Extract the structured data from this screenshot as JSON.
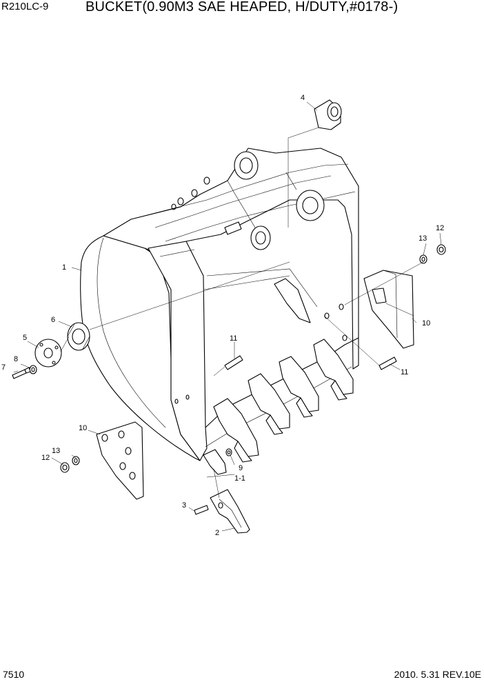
{
  "header": {
    "model": "R210LC-9",
    "title": "BUCKET(0.90M3 SAE HEAPED, H/DUTY,#0178-)"
  },
  "footer": {
    "page_number": "7510",
    "revision": "2010. 5.31  REV.10E"
  },
  "callouts": [
    {
      "id": "c1",
      "label": "1"
    },
    {
      "id": "c1_1",
      "label": "1-1"
    },
    {
      "id": "c2",
      "label": "2"
    },
    {
      "id": "c3",
      "label": "3"
    },
    {
      "id": "c4",
      "label": "4"
    },
    {
      "id": "c5",
      "label": "5"
    },
    {
      "id": "c6",
      "label": "6"
    },
    {
      "id": "c7",
      "label": "7"
    },
    {
      "id": "c8",
      "label": "8"
    },
    {
      "id": "c9",
      "label": "9"
    },
    {
      "id": "c10a",
      "label": "10"
    },
    {
      "id": "c10b",
      "label": "10"
    },
    {
      "id": "c11a",
      "label": "11"
    },
    {
      "id": "c11b",
      "label": "11"
    },
    {
      "id": "c12a",
      "label": "12"
    },
    {
      "id": "c12b",
      "label": "12"
    },
    {
      "id": "c13a",
      "label": "13"
    },
    {
      "id": "c13b",
      "label": "13"
    }
  ]
}
